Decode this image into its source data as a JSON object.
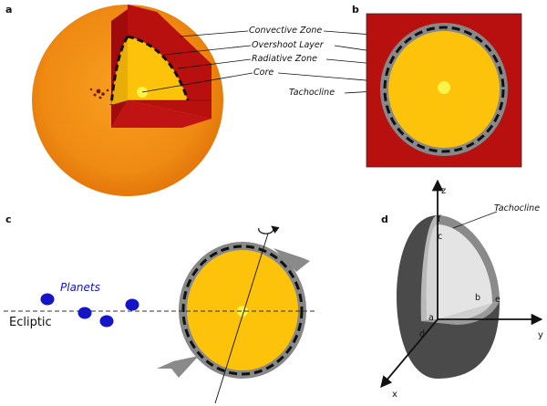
{
  "panels": {
    "a": "a",
    "b": "b",
    "c": "c",
    "d": "d"
  },
  "layers": {
    "convective": "Convective Zone",
    "overshoot": "Overshoot Layer",
    "radiative": "Radiative Zone",
    "core": "Core",
    "tachocline": "Tachocline"
  },
  "panel_c": {
    "planets": "Planets",
    "ecliptic": "Ecliptic"
  },
  "panel_d": {
    "tachocline": "Tachocline",
    "axes": {
      "x": "x",
      "y": "y",
      "z": "z"
    },
    "points": {
      "a": "a",
      "b": "b",
      "c": "c",
      "d": "d",
      "e": "e",
      "f": "f"
    }
  },
  "colors": {
    "sun_surface": "#f08a10",
    "convective": "#b80f0f",
    "radiative": "#fdc20a",
    "core": "#fff24a",
    "overshoot": "#888888",
    "planet": "#1515c8",
    "sphere_dark": "#4a4a4a",
    "sphere_light": "#e4e4e4"
  }
}
